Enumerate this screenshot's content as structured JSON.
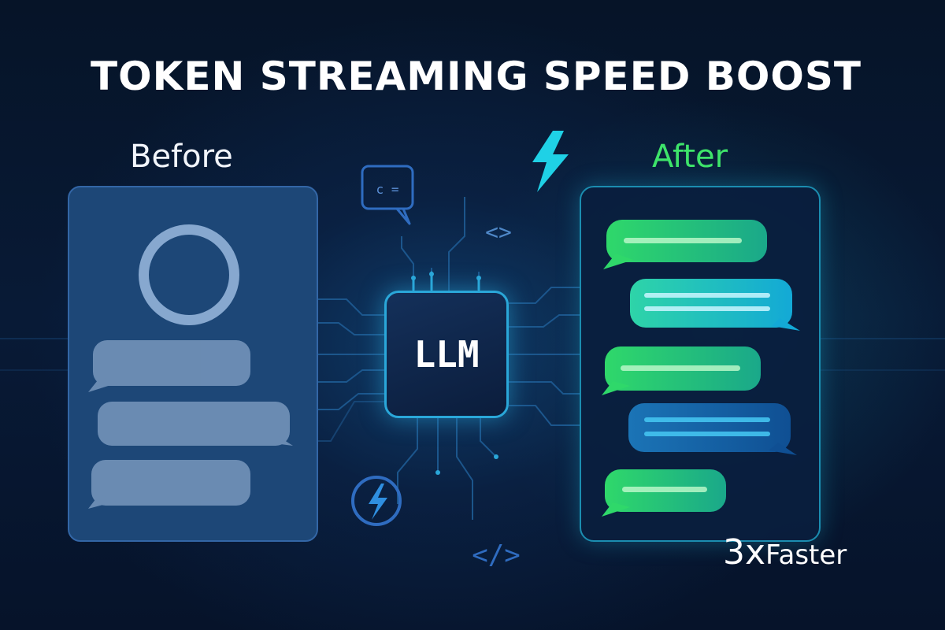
{
  "header": {
    "title": "TOKEN STREAMING SPEED BOOST"
  },
  "before": {
    "label": "Before"
  },
  "after": {
    "label": "After"
  },
  "core": {
    "label": "LLM"
  },
  "speed": {
    "multiplier": "3x",
    "label": "Faster"
  },
  "icons": {
    "code_bubble_text": "c =",
    "angle_brackets": "<>",
    "slash_code_tag": "</>"
  },
  "colors": {
    "background": "#081a36",
    "accent_green": "#3ee46a",
    "accent_cyan": "#2aa7d9",
    "before_panel": "#1d4777",
    "before_bubble": "#6f8fb6"
  }
}
